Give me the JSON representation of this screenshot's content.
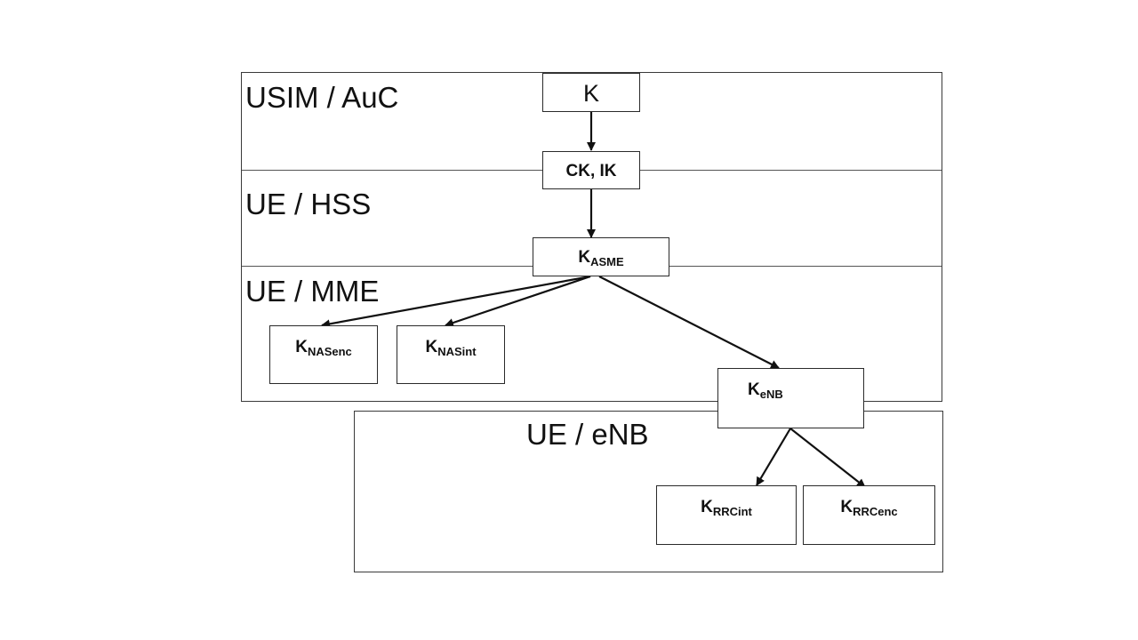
{
  "layers": {
    "usim_auc": "USIM / AuC",
    "ue_hss": "UE / HSS",
    "ue_mme": "UE / MME",
    "ue_enb": "UE / eNB"
  },
  "keys": {
    "k": {
      "main": "K"
    },
    "ck_ik": {
      "main": "CK, IK"
    },
    "k_asme": {
      "main": "K",
      "sub": "ASME"
    },
    "k_nas_enc": {
      "main": "K",
      "sub": "NASenc"
    },
    "k_nas_int": {
      "main": "K",
      "sub": "NASint"
    },
    "k_enb": {
      "main": "K",
      "sub": "eNB"
    },
    "k_rrc_int": {
      "main": "K",
      "sub": "RRCint"
    },
    "k_rrc_enc": {
      "main": "K",
      "sub": "RRCenc"
    }
  },
  "derivations": [
    {
      "from": "K",
      "to": "CK, IK"
    },
    {
      "from": "CK, IK",
      "to": "K_ASME"
    },
    {
      "from": "K_ASME",
      "to": "K_NASenc"
    },
    {
      "from": "K_ASME",
      "to": "K_NASint"
    },
    {
      "from": "K_ASME",
      "to": "K_eNB"
    },
    {
      "from": "K_eNB",
      "to": "K_RRCint"
    },
    {
      "from": "K_eNB",
      "to": "K_RRCenc"
    }
  ],
  "colors": {
    "line": "#111111",
    "box_border": "#2a2a2a",
    "region_border": "#3a3a3a",
    "background": "#ffffff"
  }
}
